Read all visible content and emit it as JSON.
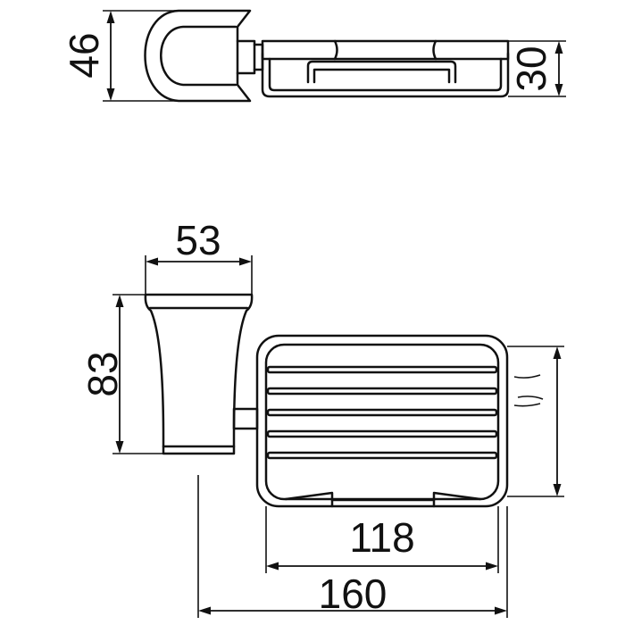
{
  "dimensions": {
    "top_height": "46",
    "top_depth": "30",
    "bracket_width": "53",
    "bracket_height": "83",
    "basket_width": "118",
    "overall_length": "160"
  },
  "colors": {
    "line": "#111111",
    "background": "#ffffff"
  }
}
